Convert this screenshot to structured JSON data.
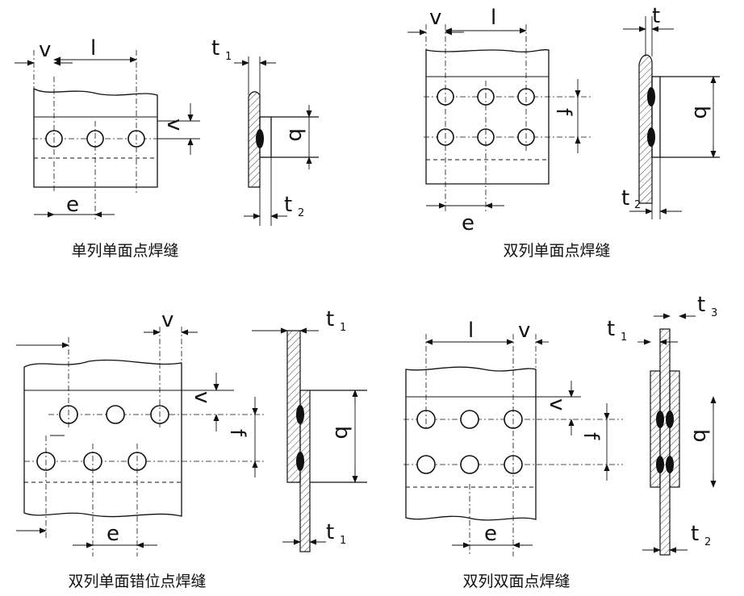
{
  "figure": {
    "panels": [
      {
        "id": "single-row-single-side",
        "caption": "单列单面点焊缝",
        "dims": {
          "v_top": "v",
          "l": "l",
          "v_side": "v",
          "e": "e",
          "t1": "t",
          "t1_sub": "1",
          "t2": "t",
          "t2_sub": "2",
          "b": "b"
        }
      },
      {
        "id": "double-row-single-side",
        "caption": "双列单面点焊缝",
        "dims": {
          "v_top": "v",
          "l": "l",
          "f": "f",
          "e": "e",
          "t": "t",
          "t2": "t",
          "t2_sub": "2",
          "b": "b"
        }
      },
      {
        "id": "double-row-single-side-staggered",
        "caption": "双列单面错位点焊缝",
        "dims": {
          "v_top": "v",
          "v_side": "v",
          "f": "f",
          "e": "e",
          "t1_top": "t",
          "t1_top_sub": "1",
          "t1_bottom": "t",
          "t1_bottom_sub": "1",
          "b": "b"
        }
      },
      {
        "id": "double-row-double-side",
        "caption": "双列双面点焊缝",
        "dims": {
          "l": "l",
          "v_top": "v",
          "v_side": "v",
          "f": "f",
          "e": "e",
          "t1": "t",
          "t1_sub": "1",
          "t3": "t",
          "t3_sub": "3",
          "t2": "t",
          "t2_sub": "2",
          "b": "b"
        }
      }
    ]
  }
}
